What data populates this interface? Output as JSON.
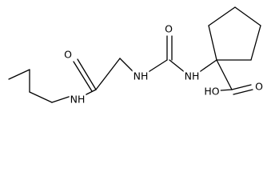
{
  "molecule": {
    "labels": {
      "amide_oxygen": "O",
      "amide_nh": "NH",
      "urea_oxygen": "O",
      "urea_nh_left": "NH",
      "urea_nh_right": "NH",
      "acid_oh": "HO",
      "acid_oxygen": "O"
    }
  },
  "colors": {
    "bond": "#000000",
    "label": "#000000",
    "background": "#ffffff"
  }
}
